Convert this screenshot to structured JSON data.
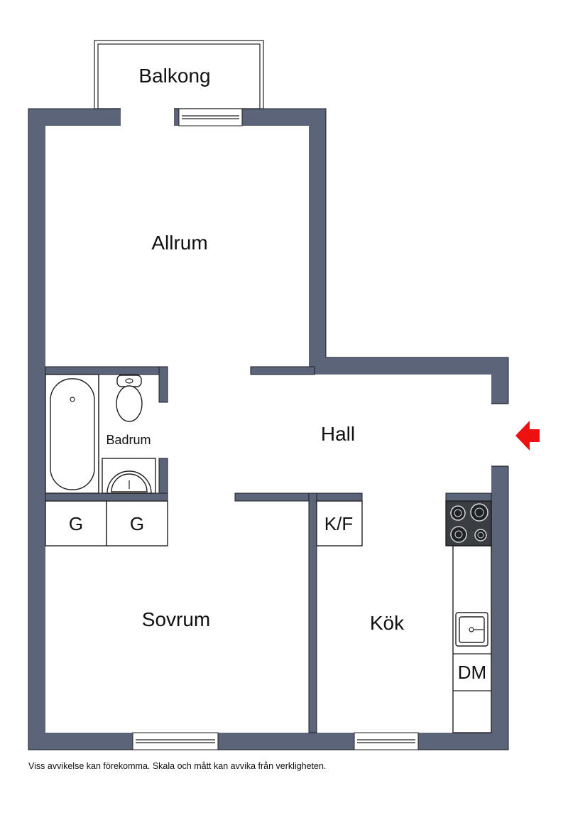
{
  "rooms": {
    "balcony": "Balkong",
    "living": "Allrum",
    "hall": "Hall",
    "bathroom": "Badrum",
    "bedroom": "Sovrum",
    "kitchen": "Kök"
  },
  "fixtures": {
    "closet_1": "G",
    "closet_2": "G",
    "fridge_freezer": "K/F",
    "dishwasher": "DM"
  },
  "footer": {
    "disclaimer": "Viss avvikelse kan förekomma. Skala och mått kan avvika från verkligheten."
  },
  "colors": {
    "wall": "#5b6478",
    "entrance_arrow": "#ee1111",
    "stove": "#3a3d42"
  },
  "icons": [
    "entrance-arrow-icon",
    "stove-icon",
    "sink-icon",
    "toilet-icon",
    "bathtub-icon",
    "washbasin-icon"
  ]
}
